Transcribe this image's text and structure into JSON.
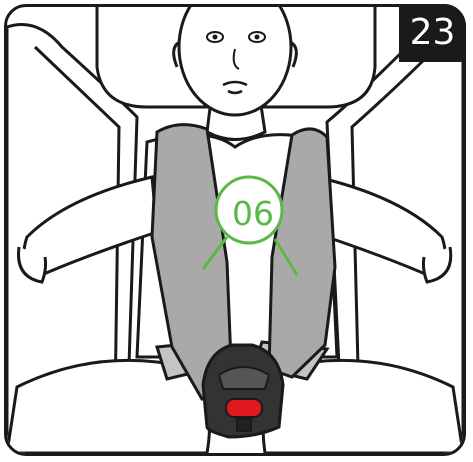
{
  "step": {
    "number": "23",
    "badge_bg": "#1a1a1a",
    "badge_fg": "#ffffff"
  },
  "callout": {
    "label": "06",
    "color": "#5ab847"
  },
  "illustration": {
    "subject": "child-in-car-seat",
    "parts": [
      "headrest",
      "child-head",
      "shoulder-strap-left",
      "shoulder-strap-right",
      "crotch-buckle",
      "buckle-release-button",
      "seat-side-wings",
      "child-arms",
      "child-legs"
    ],
    "colors": {
      "outline": "#1a1a1a",
      "strap": "#a9a9a9",
      "buckle": "#333333",
      "release_button": "#e0191f",
      "pad": "#c4c4c4"
    }
  }
}
